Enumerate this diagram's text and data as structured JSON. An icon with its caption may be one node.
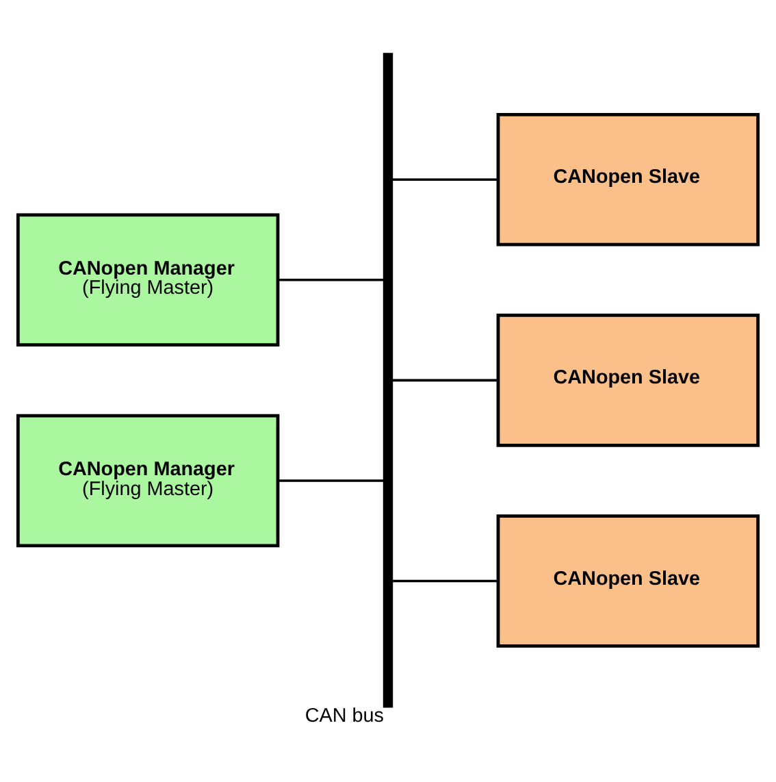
{
  "diagram": {
    "nodes": [
      {
        "text": [],
        "shape": "bar",
        "beside": [
          "CAN bus"
        ]
      },
      {
        "text": [
          "CANopen Manager",
          "(Flying Master)"
        ]
      },
      {
        "text": [
          "CANopen Manager",
          "(Flying Master)"
        ]
      },
      {
        "text": [
          "CANopen Slave"
        ]
      },
      {
        "text": [
          "CANopen Slave"
        ]
      },
      {
        "text": [
          "CANopen Slave"
        ]
      }
    ],
    "edges": [
      {
        "from": 1,
        "to": 0,
        "arrow": "none"
      },
      {
        "from": 2,
        "to": 0,
        "arrow": "none"
      },
      {
        "from": 0,
        "to": 3,
        "arrow": "none"
      },
      {
        "from": 0,
        "to": 4,
        "arrow": "none"
      },
      {
        "from": 0,
        "to": 5,
        "arrow": "none"
      }
    ]
  }
}
